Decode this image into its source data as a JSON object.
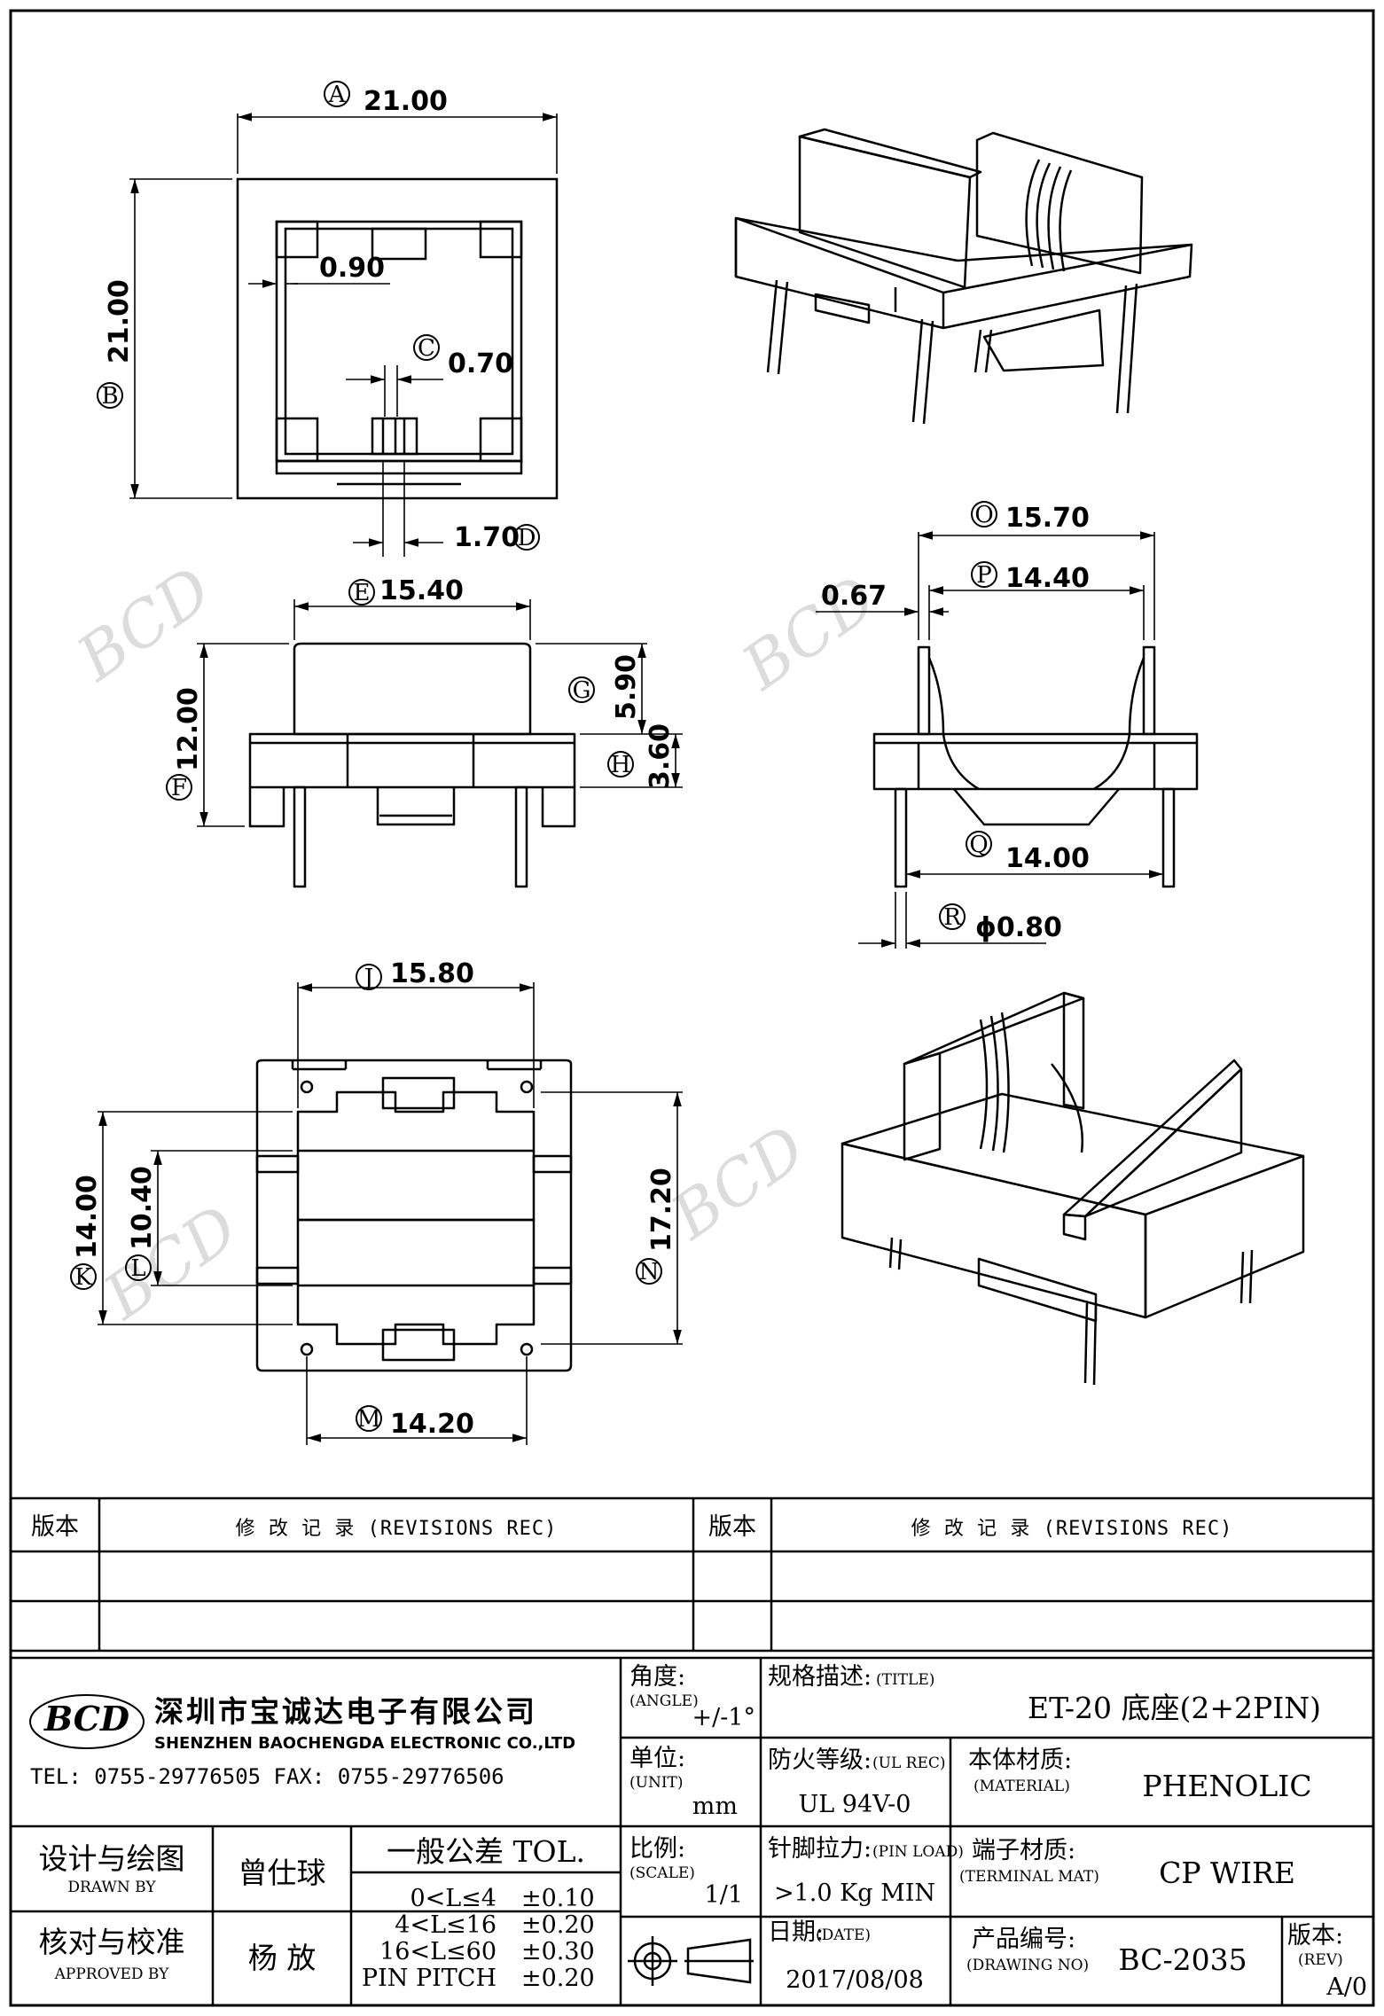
{
  "dimensions": {
    "A": {
      "label": "A",
      "value": "21.00"
    },
    "B": {
      "label": "B",
      "value": "21.00"
    },
    "slot": {
      "value": "0.90"
    },
    "C": {
      "label": "C",
      "value": "0.70"
    },
    "D": {
      "label": "D",
      "value": "1.70"
    },
    "E": {
      "label": "E",
      "value": "15.40"
    },
    "F": {
      "label": "F",
      "value": "12.00"
    },
    "G": {
      "label": "G",
      "value": "5.90"
    },
    "H": {
      "label": "H",
      "value": "3.60"
    },
    "O": {
      "label": "O",
      "value": "15.70"
    },
    "P": {
      "label": "P",
      "value": "14.40"
    },
    "wall": {
      "value": "0.67"
    },
    "Q": {
      "label": "Q",
      "value": "14.00"
    },
    "R": {
      "label": "R",
      "value": "ϕ0.80"
    },
    "J": {
      "label": "J",
      "value": "15.80"
    },
    "K": {
      "label": "K",
      "value": "14.00"
    },
    "L": {
      "label": "L",
      "value": "10.40"
    },
    "N": {
      "label": "N",
      "value": "17.20"
    },
    "M": {
      "label": "M",
      "value": "14.20"
    }
  },
  "revisions": {
    "col_version": "版本",
    "col_record": "修 改 记 录  (REVISIONS REC)"
  },
  "company": {
    "logo": "BCD",
    "name_cn": "深圳市宝诚达电子有限公司",
    "name_en": "SHENZHEN BAOCHENGDA ELECTRONIC CO.,LTD",
    "contact": "TEL: 0755-29776505  FAX: 0755-29776506"
  },
  "title_block": {
    "angle_label": "角度:",
    "angle_en": "(ANGLE)",
    "angle_value": "+/-1°",
    "title_label": "规格描述:",
    "title_en": "(TITLE)",
    "title_value": "ET-20 底座(2+2PIN)",
    "unit_label": "单位:",
    "unit_en": "(UNIT)",
    "unit_value": "mm",
    "ul_label": "防火等级:",
    "ul_en": "(UL REC)",
    "ul_value": "UL 94V-0",
    "material_label": "本体材质:",
    "material_en": "(MATERIAL)",
    "material_value": "PHENOLIC",
    "drawn_label": "设计与绘图",
    "drawn_en": "DRAWN BY",
    "drawn_value": "曾仕球",
    "tol_label": "一般公差 TOL.",
    "tol_rows": [
      {
        "range": "0<L≤4",
        "value": "±0.10"
      },
      {
        "range": "4<L≤16",
        "value": "±0.20"
      },
      {
        "range": "16<L≤60",
        "value": "±0.30"
      },
      {
        "range": "PIN PITCH",
        "value": "±0.20"
      }
    ],
    "scale_label": "比例:",
    "scale_en": "(SCALE)",
    "scale_value": "1/1",
    "pinload_label": "针脚拉力:",
    "pinload_en": "(PIN LOAD)",
    "pinload_value": ">1.0 Kg MIN",
    "terminal_label": "端子材质:",
    "terminal_en": "(TERMINAL MAT)",
    "terminal_value": "CP WIRE",
    "approved_label": "核对与校准",
    "approved_en": "APPROVED BY",
    "approved_value": "杨  放",
    "date_label": "日期:",
    "date_en": "(DATE)",
    "date_value": "2017/08/08",
    "drawing_label": "产品编号:",
    "drawing_en": "(DRAWING NO)",
    "drawing_value": "BC-2035",
    "rev_label": "版本:",
    "rev_en": "(REV)",
    "rev_value": "A/0"
  }
}
